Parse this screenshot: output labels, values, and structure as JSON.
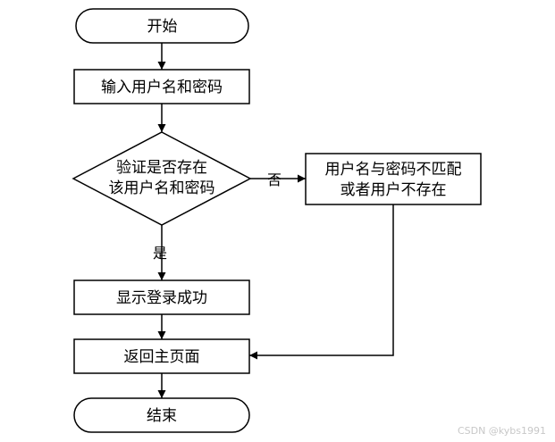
{
  "nodes": {
    "start": {
      "text": "开始"
    },
    "input": {
      "text": "输入用户名和密码"
    },
    "verify": {
      "line1": "验证是否存在",
      "line2": "该用户名和密码"
    },
    "mismatch": {
      "line1": "用户名与密码不匹配",
      "line2": "或者用户不存在"
    },
    "success": {
      "text": "显示登录成功"
    },
    "return_home": {
      "text": "返回主页面"
    },
    "end": {
      "text": "结束"
    }
  },
  "edges": {
    "yes_label": "是",
    "no_label": "否"
  },
  "watermark": "CSDN @kybs1991"
}
